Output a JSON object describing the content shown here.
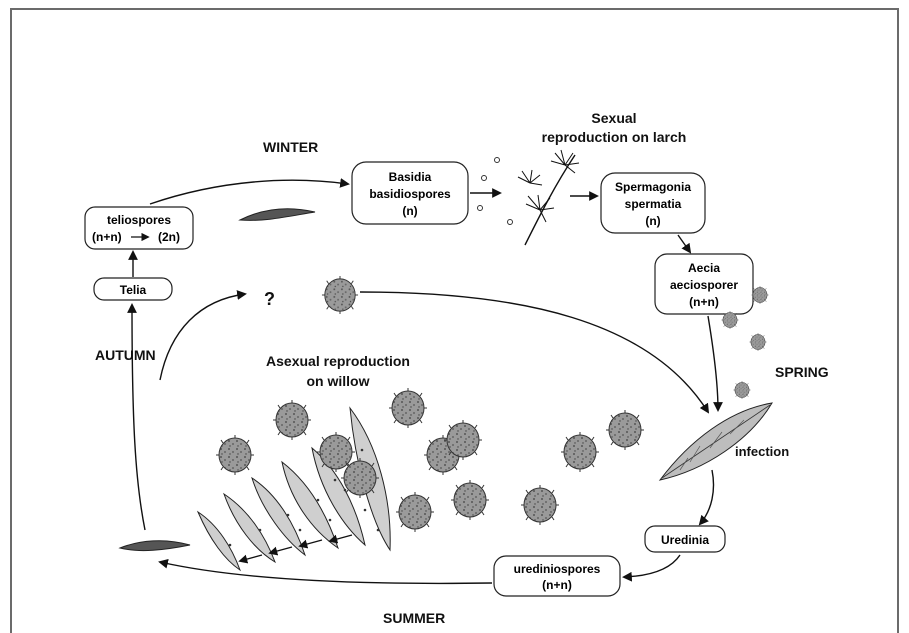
{
  "diagram": {
    "season_winter": "WINTER",
    "season_spring": "SPRING",
    "season_summer": "SUMMER",
    "season_autumn": "AUTUMN",
    "title_sexual_line1": "Sexual",
    "title_sexual_line2": "reproduction on larch",
    "title_asexual_line1": "Asexual reproduction",
    "title_asexual_line2": "on willow",
    "question_mark": "?",
    "label_infection": "infection",
    "nodes": {
      "basidia": {
        "line1": "Basidia",
        "line2": "basidiospores",
        "line3": "(n)"
      },
      "spermagonia": {
        "line1": "Spermagonia",
        "line2": "spermatia",
        "line3": "(n)"
      },
      "aecia": {
        "line1": "Aecia",
        "line2": "aeciosporer",
        "line3": "(n+n)"
      },
      "uredinia": {
        "line1": "Uredinia"
      },
      "urediniospores": {
        "line1": "urediniospores",
        "line2": "(n+n)"
      },
      "telia": {
        "line1": "Telia"
      },
      "teliospores": {
        "line1": "teliospores",
        "line2a": "(n+n)",
        "line2b": "(2n)"
      }
    }
  }
}
